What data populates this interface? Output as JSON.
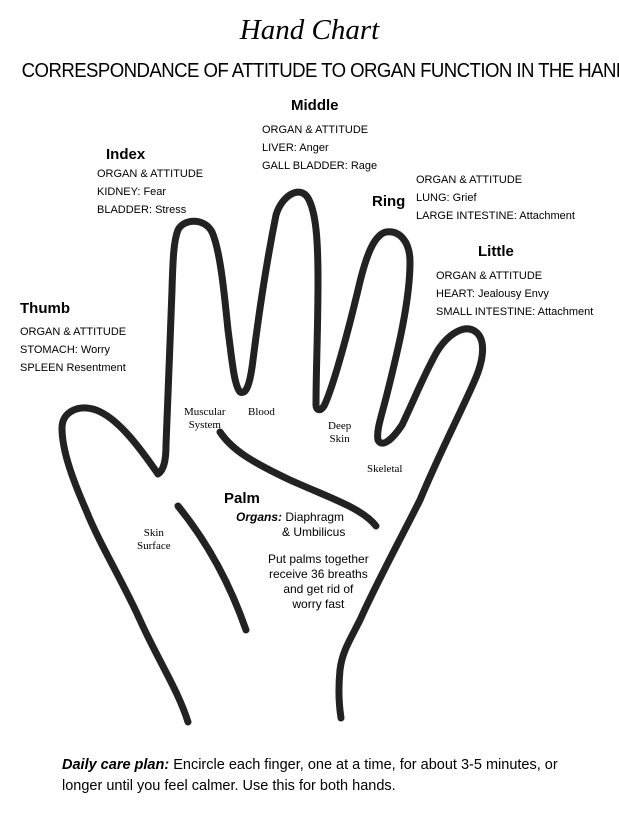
{
  "title": "Hand Chart",
  "subtitle": "CORRESPONDANCE OF ATTITUDE TO ORGAN FUNCTION IN THE HAND",
  "fingers": {
    "middle": {
      "name": "Middle",
      "header": "ORGAN  &  ATTITUDE",
      "lines": [
        "LIVER: Anger",
        "GALL BLADDER: Rage"
      ]
    },
    "index": {
      "name": "Index",
      "header": "ORGAN  &  ATTITUDE",
      "lines": [
        "KIDNEY: Fear",
        "BLADDER: Stress"
      ]
    },
    "ring": {
      "name": "Ring",
      "header": "ORGAN  &  ATTITUDE",
      "lines": [
        "LUNG: Grief",
        "LARGE INTESTINE: Attachment"
      ]
    },
    "little": {
      "name": "Little",
      "header": "ORGAN  &  ATTITUDE",
      "lines": [
        "HEART: Jealousy Envy",
        "SMALL INTESTINE: Attachment"
      ]
    },
    "thumb": {
      "name": "Thumb",
      "header": "ORGAN  &  ATTITUDE",
      "lines": [
        "STOMACH: Worry",
        "SPLEEN Resentment"
      ]
    }
  },
  "systems": {
    "muscular": [
      "Muscular",
      "System"
    ],
    "blood": "Blood",
    "deep_skin": [
      "Deep",
      "Skin"
    ],
    "skeletal": "Skeletal",
    "skin_surface": [
      "Skin",
      "Surface"
    ]
  },
  "palm": {
    "title": "Palm",
    "organs_label": "Organs:",
    "organs_line1": "Diaphragm",
    "organs_line2": "& Umbilicus",
    "note": [
      "Put palms together",
      "receive 36 breaths",
      "and get rid of",
      "worry fast"
    ]
  },
  "care_plan": {
    "label": "Daily care plan:",
    "text": "Encircle each finger, one at a time, for about 3-5 minutes, or longer until you feel calmer.   Use this for both hands."
  }
}
